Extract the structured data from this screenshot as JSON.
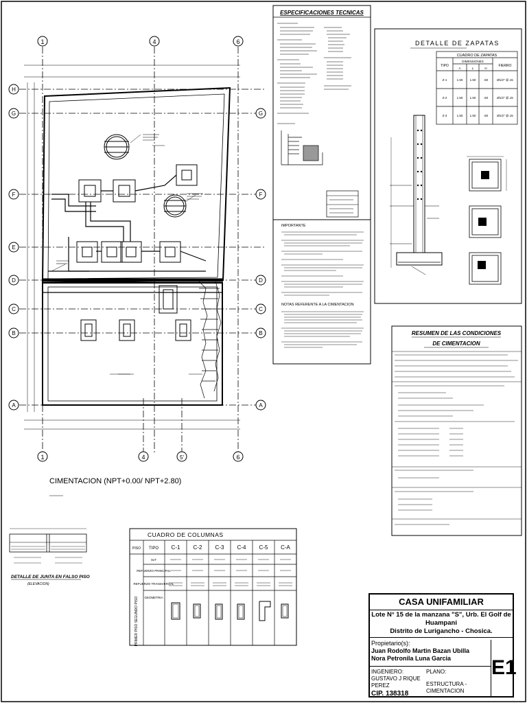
{
  "sheet": {
    "plan_title": "CIMENTACION (NPT+0.00/ NPT+2.80)",
    "grid_letters": [
      "H",
      "G",
      "F",
      "E",
      "D",
      "C",
      "B",
      "A"
    ],
    "grid_numbers_top": [
      "1",
      "4",
      "6"
    ],
    "grid_numbers_bottom": [
      "1",
      "4",
      "5'",
      "6"
    ]
  },
  "specs": {
    "title": "ESPECIFICACIONES TECNICAS"
  },
  "zapatas": {
    "title": "DETALLE DE ZAPATAS",
    "table_title": "CUADRO DE ZAPATAS",
    "col_tipo": "TIPO",
    "col_dim": "DIMENSIONES",
    "col_hierro": "FIERRO",
    "sub_cols": [
      "A",
      "L",
      "H"
    ],
    "rows": [
      {
        "tipo": "Z-1",
        "a": "1.50",
        "l": "1.50",
        "h": ".60",
        "fierro": "Ø1/2\" @.15"
      },
      {
        "tipo": "Z-2",
        "a": "1.50",
        "l": "1.50",
        "h": ".60",
        "fierro": "Ø1/2\" @.15"
      },
      {
        "tipo": "Z-3",
        "a": "1.50",
        "l": "1.50",
        "h": ".60",
        "fierro": "Ø1/2\" @.15"
      }
    ]
  },
  "notes": {
    "title1": "IMPORTANTE",
    "title2": "NOTAS REFERENTE A LA CIMENTACION"
  },
  "resumen": {
    "title_line1": "RESUMEN DE LAS CONDICIONES",
    "title_line2": "DE CIMENTACION"
  },
  "junta": {
    "title": "DETALLE DE JUNTA EN FALSO PISO",
    "subtitle": "(ELEVACION)"
  },
  "columnas": {
    "title": "CUADRO DE COLUMNAS",
    "piso": "PISO",
    "tipo": "TIPO",
    "types": [
      "C-1",
      "C-2",
      "C-3",
      "C-4",
      "C-5",
      "C-A"
    ],
    "row_labels": [
      "SxT",
      "REFUERZO PRINCIPAL",
      "REFUERZO TRANSVERSAL",
      "GEOMETRIA"
    ],
    "side_label": "PRIMER PISO SEGUNDO PISO"
  },
  "title_block": {
    "project": "CASA UNIFAMILIAR",
    "address_1": "Lote N° 15 de la manzana \"S\", Urb. El Golf de Huampani",
    "address_2": "Distrito de Lurigancho - Chosica.",
    "owners_label": "Propietario(s):",
    "owner_1": "Juan Rodolfo Martin Bazan Ubilla",
    "owner_2": "Nora Petronila Luna Garcia",
    "engineer_label": "INGENIERO:",
    "engineer": "GUSTAVO J RIQUE PEREZ",
    "cip": "CIP. 138318",
    "plan_label": "PLANO:",
    "plan": "ESTRUCTURA - CIMENTACION",
    "sheet_number": "E1"
  }
}
